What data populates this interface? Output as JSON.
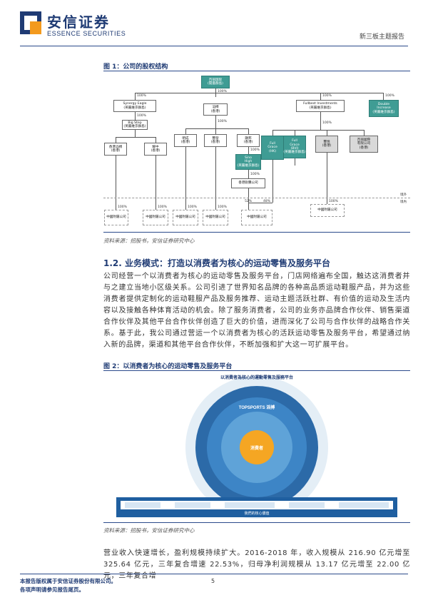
{
  "header": {
    "brand_cn": "安信证券",
    "brand_en": "ESSENCE SECURITIES",
    "report_type": "新三板主题报告"
  },
  "figure1": {
    "title": "图 1：公司的股权结构",
    "source": "资料来源：招股书，安信证券研究中心",
    "boxes": {
      "top": "百丽国际\n(開曼群島)",
      "hk_mid": "滔搏\n(香港)",
      "synergy": "Synergy Eagle\n(英屬維京群島)",
      "fullbest": "Fullbest Investments\n(英屬維京群島)",
      "double_increase": "Double\nIncrease\n(英屬維京群島)",
      "bigstep": "Big Step\n(英屬維京群島)",
      "hk_a": "香港滔搏\n(香港)",
      "hk_b": "耀中\n(香港)",
      "hk_c": "明成\n(香港)",
      "hk_d": "豐發\n(香港)",
      "hk_e": "顯邦\n(香港)",
      "fullgrace_hk": "Full\nGrace\n(HK)",
      "fullgrace_bvi": "Full\nGrace\n(BVI)\n(英屬維京群島)",
      "hk_f": "豐悦\n(香港)",
      "baili_hk": "百丽國際\n有限公司\n(香港)",
      "sinohigh": "Sino\nHigh\n(英屬維京群島)",
      "prc_main": "香港銳騰公司",
      "prc1": "中國附屬公司",
      "prc2": "中國附屬公司",
      "prc3": "中國附屬公司",
      "prc4": "中國附屬公司",
      "prc5": "中國附屬公司",
      "prc6": "中國附屬公司"
    },
    "percent_100": "100%",
    "percent_52": "52%",
    "percent_48": "48%",
    "offshore": "境外",
    "onshore": "境內"
  },
  "section": {
    "heading": "1.2. 业务模式：打造以消费者为核心的运动零售及服务平台",
    "paragraph": "公司经营一个以消费者为核心的运动零售及服务平台，门店网络遍布全国，触达这消费者并与之建立当地小区级关系。公司引进了世界知名品牌的各种高品质运动鞋服产品，并为这些消费者提供定制化的运动鞋服产品及服务推荐、运动主题活跃社群、有价值的运动及生活内容以及接触各种体育活动的机会。除了服务消费者，公司的业务亦品牌合作伙伴、销售渠道合作伙伴及其他平台合作伙伴创造了巨大的价值，进而深化了公司与合作伙伴的战略合作关系。基于此，我公司通过营运一个以消费者为核心的活跃运动零售及服务平台，希望通过纳入新的品牌，渠道和其他平台合作伙伴，不断加强和扩大这一可扩展平台。"
  },
  "figure2": {
    "title": "图 2：以消费者为核心的运动零售及服务平台",
    "source": "资料来源：招股书，安信证券研究中心",
    "ring_top_text": "以消費者為核心的運動零售及服務平台",
    "brand_text": "TOPSPORTS 滔搏",
    "center_text": "消費者",
    "bottom_banner": "我們的核心價值"
  },
  "growth": {
    "paragraph": "营业收入快速增长，盈利规模持续扩大。2016-2018 年，收入规模从 216.90 亿元增至 325.64 亿元，三年复合增速 22.53%，归母净利润规模从 13.17 亿元增至 22.00 亿元，三年复合增"
  },
  "footer": {
    "line1": "本报告版权属于安信证券股份有限公司。",
    "line2": "各项声明请参见报告尾页。",
    "page": "5"
  },
  "colors": {
    "brand_blue": "#1f3b74",
    "teal": "#3f9c94",
    "orange": "#f5a623",
    "logo_orange": "#f39a1e"
  }
}
